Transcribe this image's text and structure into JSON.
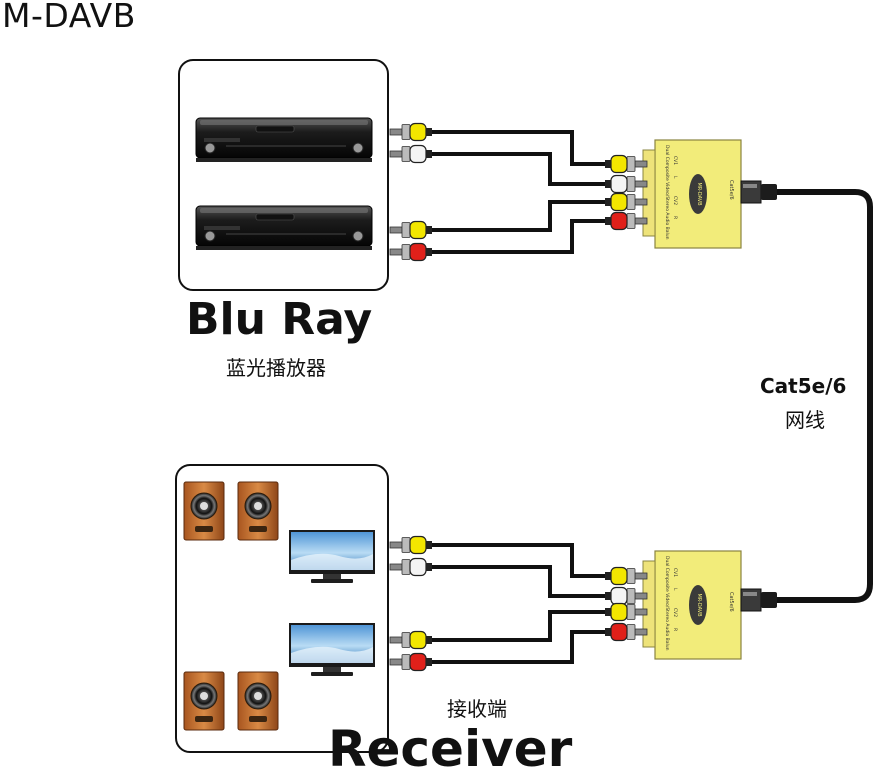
{
  "title": "M-DAVB",
  "source": {
    "label": "Blu Ray",
    "sublabel": "蓝光播放器"
  },
  "receiver": {
    "label": "Receiver",
    "sublabel": "接收端"
  },
  "cable": {
    "label": "Cat5e/6",
    "sublabel": "网线"
  },
  "device": {
    "logo": "MR-DAVB",
    "port_label": "Cat5e/6",
    "side_text": "Dual Composite Video/Stereo Audio Balun",
    "row_labels": [
      "CV1",
      "L",
      "CV2",
      "R"
    ]
  },
  "colors": {
    "device_fill": "#f2ec7a",
    "device_stroke": "#8a8440",
    "rca_yellow": "#f3e600",
    "rca_white": "#f4f4f4",
    "rca_red": "#e0201a",
    "cable": "#111111"
  },
  "icons": [
    "bluray-player-icon",
    "speaker-icon",
    "tv-icon",
    "rca-plug-icon",
    "rj45-plug-icon"
  ]
}
